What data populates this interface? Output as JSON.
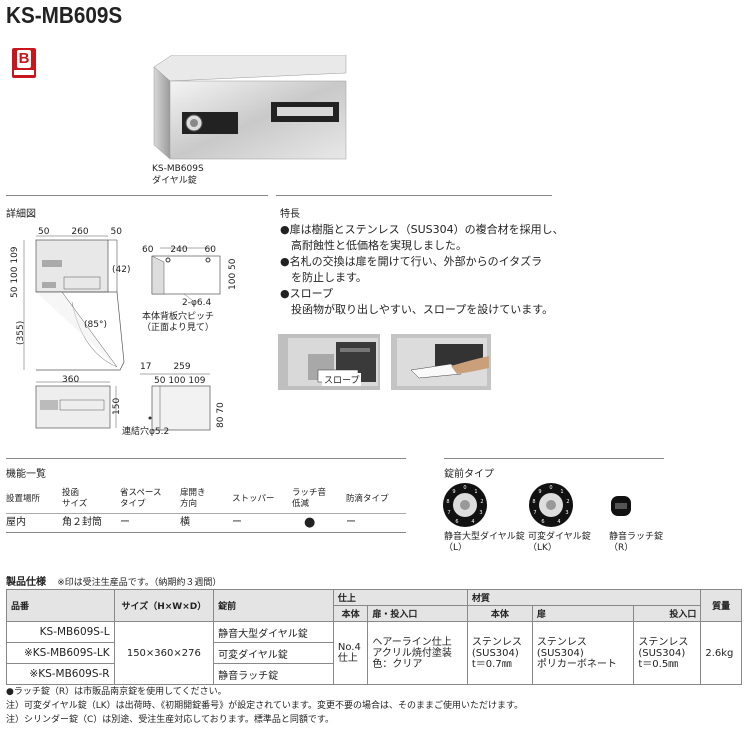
{
  "title": "KS-MB609S",
  "product_image": {
    "caption1": "KS-MB609S",
    "caption2": "ダイヤル錠"
  },
  "detail": {
    "label": "詳細図",
    "front_dims": [
      "50",
      "260",
      "50"
    ],
    "side_dims": [
      "50 100 109",
      "(42)",
      "(355)",
      "(85°)"
    ],
    "back_dims": [
      "60",
      "240",
      "60",
      "100 50"
    ],
    "back_hole": "2-φ6.4",
    "back_caption1": "本体背板穴ピッチ",
    "back_caption2": "（正面より見て）",
    "bottom_dim": "360",
    "bottom_side_dim": "150",
    "top_dims": [
      "17",
      "259"
    ],
    "top_sub_dims": "50 100 109",
    "top_right_dims": "80 70",
    "connect_hole": "連結穴φ5.2"
  },
  "features": {
    "label": "特長",
    "items": [
      "●扉は樹脂とステンレス（SUS304）の複合材を採用し、",
      "　高耐蝕性と低価格を実現しました。",
      "●名札の交換は扉を開けて行い、外部からのイタズラ",
      "　を防止します。",
      "●スロープ",
      "　投函物が取り出しやすい、スロープを設けています。"
    ],
    "photo_label": "スロープ"
  },
  "function_list": {
    "label": "機能一覧",
    "headers": [
      "設置場所",
      "投函\nサイズ",
      "省スペース\nタイプ",
      "扉開き\n方向",
      "ストッパー",
      "ラッチ音\n低減",
      "防滴タイプ"
    ],
    "values": [
      "屋内",
      "角２封筒",
      "ー",
      "横",
      "ー",
      "●",
      "ー"
    ]
  },
  "lock_types": {
    "label": "錠前タイプ",
    "items": [
      {
        "name": "静音大型ダイヤル錠",
        "code": "（L）"
      },
      {
        "name": "可変ダイヤル錠",
        "code": "（LK）"
      },
      {
        "name": "静音ラッチ錠",
        "code": "（R）"
      }
    ]
  },
  "specs": {
    "label": "製品仕様",
    "note": "※印は受注生産品です。（納期約３週間）",
    "headers": {
      "model": "品番",
      "size": "サイズ（H×W×D）",
      "lock": "錠前",
      "finish": "仕上",
      "finish_body": "本体",
      "finish_door": "扉・投入口",
      "material": "材質",
      "mat_body": "本体",
      "mat_door": "扉",
      "mat_slot": "投入口",
      "weight": "質量"
    },
    "rows": [
      {
        "model": "KS-MB609S-L",
        "lock": "静音大型ダイヤル錠"
      },
      {
        "model": "※KS-MB609S-LK",
        "lock": "可変ダイヤル錠"
      },
      {
        "model": "※KS-MB609S-R",
        "lock": "静音ラッチ錠"
      }
    ],
    "size": "150×360×276",
    "finish_body": "No.4\n仕上",
    "finish_door": "ヘアーライン仕上\nアクリル焼付塗装\n色：クリア",
    "mat_body": "ステンレス\n(SUS304)\nt＝0.7㎜",
    "mat_door": "ステンレス\n(SUS304)\nポリカーボネート",
    "mat_slot": "ステンレス\n(SUS304)\nt＝0.5㎜",
    "weight": "2.6kg"
  },
  "footnotes": [
    "●ラッチ錠（R）は市販品南京錠を使用してください。",
    "注）可変ダイヤル錠（LK）は出荷時、《初期開錠番号》が設定されています。変更不要の場合は、そのままご使用いただけます。",
    "注）シリンダー錠（C）は別途、受注生産対応しております。標準品と同額です。"
  ]
}
